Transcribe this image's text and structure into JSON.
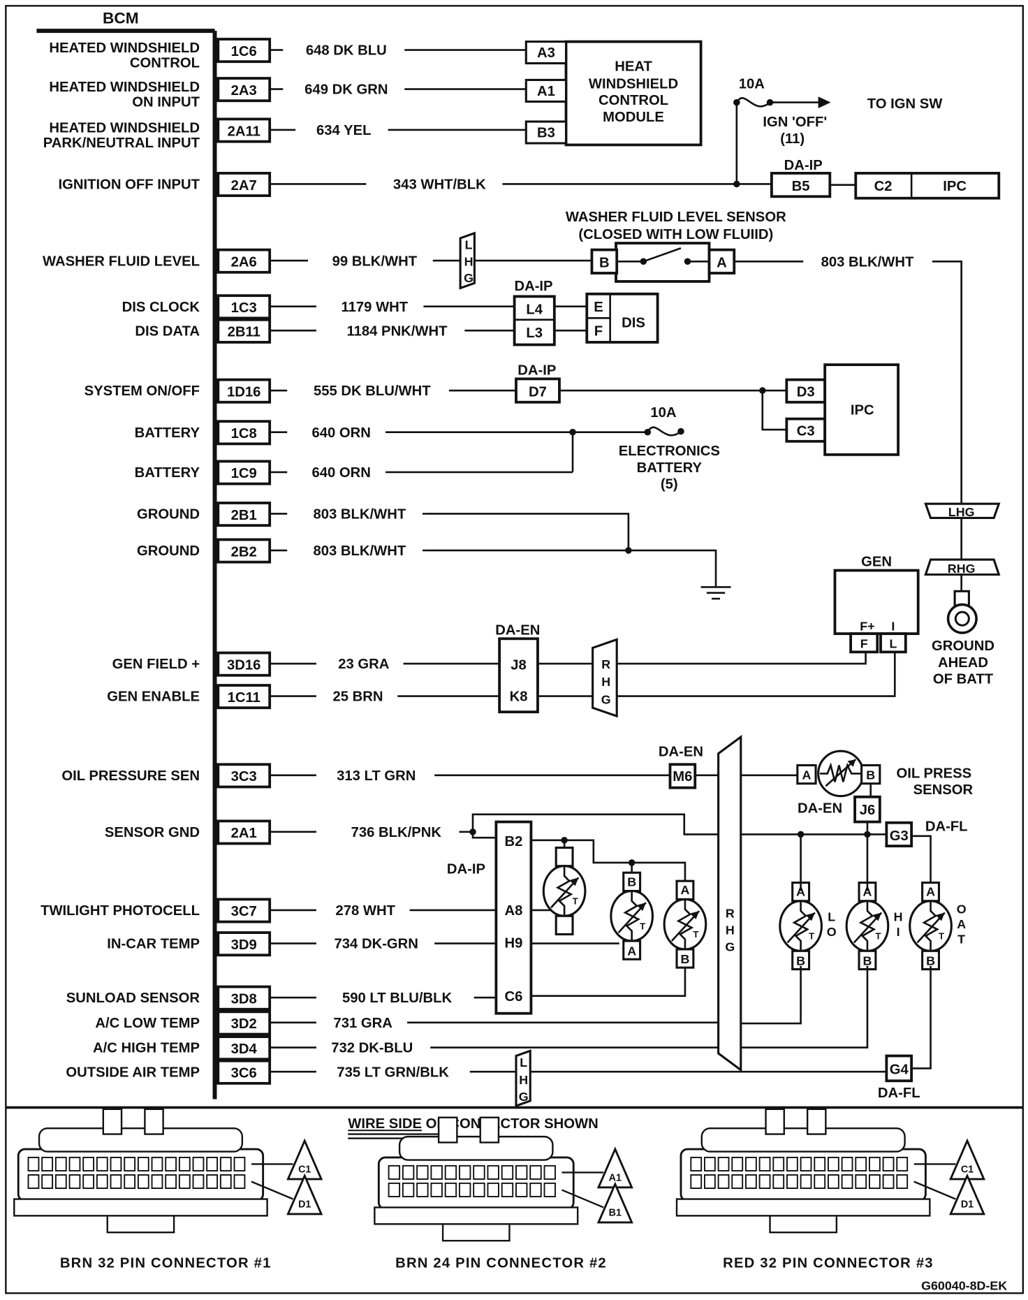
{
  "module": {
    "title": "BCM"
  },
  "bcm_rows": [
    {
      "label": [
        "HEATED WINDSHIELD",
        "CONTROL"
      ],
      "pin": "1C6",
      "wire": "648 DK BLU"
    },
    {
      "label": [
        "HEATED WINDSHIELD",
        "ON INPUT"
      ],
      "pin": "2A3",
      "wire": "649 DK GRN"
    },
    {
      "label": [
        "HEATED WINDSHIELD",
        "PARK/NEUTRAL INPUT"
      ],
      "pin": "2A11",
      "wire": "634 YEL"
    },
    {
      "label": [
        "IGNITION OFF INPUT"
      ],
      "pin": "2A7",
      "wire": "343 WHT/BLK"
    },
    {
      "label": [
        "WASHER FLUID LEVEL"
      ],
      "pin": "2A6",
      "wire": "99 BLK/WHT"
    },
    {
      "label": [
        "DIS CLOCK"
      ],
      "pin": "1C3",
      "wire": "1179 WHT"
    },
    {
      "label": [
        "DIS DATA"
      ],
      "pin": "2B11",
      "wire": "1184 PNK/WHT"
    },
    {
      "label": [
        "SYSTEM ON/OFF"
      ],
      "pin": "1D16",
      "wire": "555 DK BLU/WHT"
    },
    {
      "label": [
        "BATTERY"
      ],
      "pin": "1C8",
      "wire": "640 ORN"
    },
    {
      "label": [
        "BATTERY"
      ],
      "pin": "1C9",
      "wire": "640 ORN"
    },
    {
      "label": [
        "GROUND"
      ],
      "pin": "2B1",
      "wire": "803 BLK/WHT"
    },
    {
      "label": [
        "GROUND"
      ],
      "pin": "2B2",
      "wire": "803 BLK/WHT"
    },
    {
      "label": [
        "GEN FIELD +"
      ],
      "pin": "3D16",
      "wire": "23 GRA"
    },
    {
      "label": [
        "GEN ENABLE"
      ],
      "pin": "1C11",
      "wire": "25 BRN"
    },
    {
      "label": [
        "OIL PRESSURE SEN"
      ],
      "pin": "3C3",
      "wire": "313 LT GRN"
    },
    {
      "label": [
        "SENSOR GND"
      ],
      "pin": "2A1",
      "wire": "736 BLK/PNK"
    },
    {
      "label": [
        "TWILIGHT PHOTOCELL"
      ],
      "pin": "3C7",
      "wire": "278 WHT"
    },
    {
      "label": [
        "IN-CAR TEMP"
      ],
      "pin": "3D9",
      "wire": "734 DK-GRN"
    },
    {
      "label": [
        "SUNLOAD SENSOR"
      ],
      "pin": "3D8",
      "wire": "590 LT BLU/BLK"
    },
    {
      "label": [
        "A/C LOW TEMP"
      ],
      "pin": "3D2",
      "wire": "731 GRA"
    },
    {
      "label": [
        "A/C HIGH TEMP"
      ],
      "pin": "3D4",
      "wire": "732 DK-BLU"
    },
    {
      "label": [
        "OUTSIDE AIR TEMP"
      ],
      "pin": "3C6",
      "wire": "735 LT GRN/BLK"
    }
  ],
  "heat_module": {
    "title": [
      "HEAT",
      "WINDSHIELD",
      "CONTROL",
      "MODULE"
    ],
    "pins": [
      "A3",
      "A1",
      "B3"
    ]
  },
  "ign_fuse": {
    "rating": "10A",
    "name": "IGN 'OFF'",
    "number": "(11)",
    "dest": "TO IGN SW"
  },
  "ipc_top": {
    "connector": "DA-IP",
    "pin": "B5",
    "ipc_pin": "C2",
    "name": "IPC"
  },
  "washer_sensor": {
    "title": "WASHER FLUID LEVEL SENSOR",
    "subtitle": "(CLOSED WITH LOW FLUIID)",
    "pins": [
      "B",
      "A"
    ],
    "out_wire": "803 BLK/WHT"
  },
  "lhg_connector": {
    "letters": [
      "L",
      "H",
      "G"
    ],
    "label": "LHG"
  },
  "rhg_connector": {
    "letters": [
      "R",
      "H",
      "G"
    ],
    "label": "RHG"
  },
  "dis": {
    "connector": "DA-IP",
    "pins": [
      "L4",
      "L3"
    ],
    "dis_pins": [
      "E",
      "F"
    ],
    "name": "DIS"
  },
  "ipc_mid": {
    "connector": "DA-IP",
    "pin": "D7",
    "ipc_pins": [
      "D3",
      "C3"
    ],
    "name": "IPC"
  },
  "elec_fuse": {
    "rating": "10A",
    "name": [
      "ELECTRONICS",
      "BATTERY"
    ],
    "number": "(5)"
  },
  "gen": {
    "name": "GEN",
    "terminals": [
      "F+",
      "I"
    ],
    "pins": [
      "F",
      "L"
    ],
    "connector": "DA-EN",
    "conn_pins": [
      "J8",
      "K8"
    ]
  },
  "ground_batt": {
    "label": [
      "GROUND",
      "AHEAD",
      "OF BATT"
    ]
  },
  "oil_sensor": {
    "connector": "DA-EN",
    "pin": "M6",
    "pins": [
      "A",
      "B"
    ],
    "label": [
      "OIL PRESS",
      "SENSOR"
    ],
    "j_connector": "DA-EN",
    "j_pin": "J6"
  },
  "da_fl": {
    "label": "DA-FL",
    "pins": [
      "G3",
      "G4"
    ]
  },
  "da_ip_block": {
    "label": "DA-IP",
    "pins": [
      "B2",
      "A8",
      "H9",
      "C6"
    ]
  },
  "sensors": {
    "pin_a": "A",
    "pin_b": "B",
    "t": "T",
    "tags": [
      "LO",
      "HI",
      "OAT"
    ]
  },
  "connectors_section": {
    "heading": "WIRE SIDE OF CONNECTOR SHOWN",
    "heading_underlined": "WIRE SIDE",
    "heading_rest": " OF CONNECTOR SHOWN",
    "items": [
      {
        "caption": "BRN 32 PIN CONNECTOR #1",
        "tags": [
          "C1",
          "D1"
        ],
        "pins_per_row": 16
      },
      {
        "caption": "BRN 24 PIN CONNECTOR #2",
        "tags": [
          "A1",
          "B1"
        ],
        "pins_per_row": 12
      },
      {
        "caption": "RED 32 PIN CONNECTOR #3",
        "tags": [
          "C1",
          "D1"
        ],
        "pins_per_row": 16
      }
    ]
  },
  "figure_id": "G60040-8D-EK"
}
